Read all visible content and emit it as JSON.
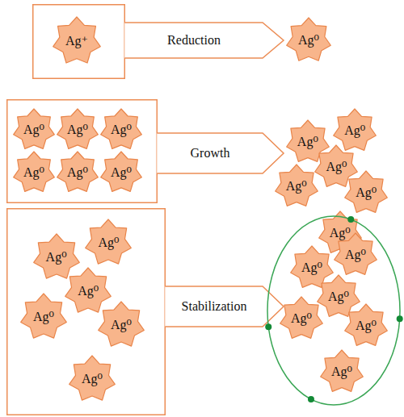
{
  "diagram": {
    "nodes": [
      {
        "text": [
          "Reduction"
        ]
      },
      {
        "text": [
          "Ag⁺"
        ],
        "in": 0
      },
      {
        "text": [
          "Ag⁰"
        ]
      },
      {
        "text": [
          "Growth"
        ]
      },
      {
        "text": [
          "Ag⁰"
        ],
        "in": 3
      },
      {
        "text": [
          "Ag⁰"
        ],
        "in": 3
      },
      {
        "text": [
          "Ag⁰"
        ],
        "in": 3
      },
      {
        "text": [
          "Ag⁰"
        ],
        "in": 3
      },
      {
        "text": [
          "Ag⁰"
        ],
        "in": 3
      },
      {
        "text": [
          "Ag⁰"
        ],
        "in": 3
      },
      {
        "text": [
          "Ag⁰"
        ]
      },
      {
        "text": [
          "Ag⁰"
        ]
      },
      {
        "text": [
          "Ag⁰"
        ]
      },
      {
        "text": [
          "Ag⁰"
        ]
      },
      {
        "text": [
          "Ag⁰"
        ]
      },
      {
        "text": [
          "Ag⁰"
        ]
      },
      {
        "text": [
          "Stabilization"
        ]
      },
      {
        "text": [
          "Ag⁰"
        ],
        "in": 16
      },
      {
        "text": [
          "Ag⁰"
        ],
        "in": 16
      },
      {
        "text": [
          "Ag⁰"
        ],
        "in": 16
      },
      {
        "text": [
          "Ag⁰"
        ],
        "in": 16
      },
      {
        "text": [
          "Ag⁰"
        ],
        "in": 16
      },
      {
        "text": [
          "Ag⁰"
        ],
        "in": 16
      },
      {
        "text": []
      },
      {
        "text": [
          "Ag⁰"
        ],
        "in": 23
      },
      {
        "text": [
          "Ag⁰"
        ],
        "in": 23
      },
      {
        "text": [
          "Ag⁰"
        ],
        "in": 23
      },
      {
        "text": [
          "Ag⁰"
        ],
        "in": 23
      },
      {
        "text": [
          "Ag⁰"
        ],
        "in": 23
      },
      {
        "text": [
          "Ag⁰"
        ],
        "in": 23
      }
    ]
  }
}
